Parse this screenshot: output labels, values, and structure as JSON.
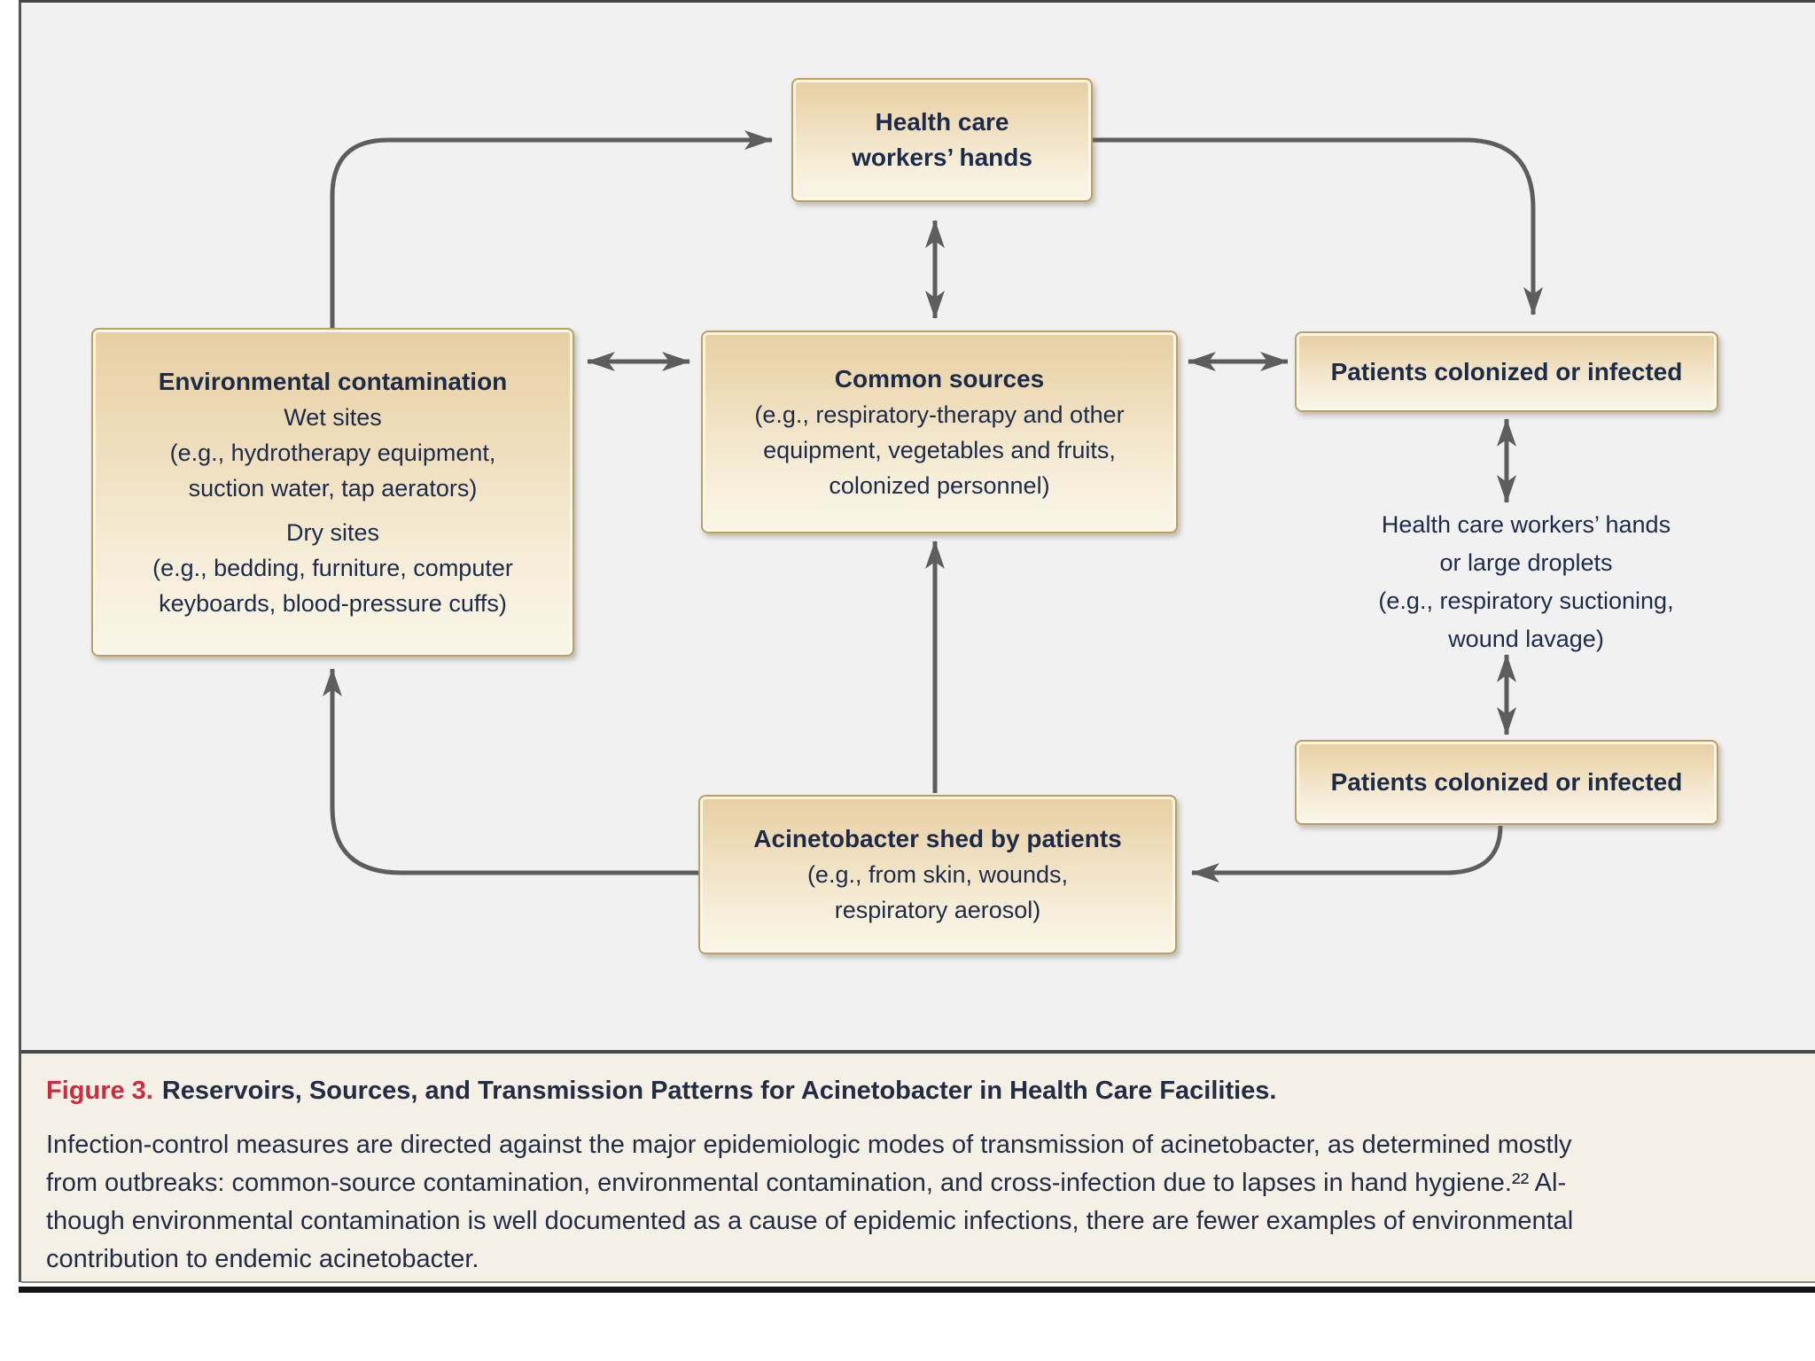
{
  "colors": {
    "diagram_bg": "#f1f1f2",
    "caption_bg": "#f5f0e6",
    "box_border": "#bf9e62",
    "box_fill_top": "#e6cfa2",
    "box_fill_bottom": "#faf5e8",
    "box_text": "#1c2b4a",
    "arrow": "#5d5d5d",
    "figure_label_red": "#cf2b3f",
    "caption_text": "#222c44"
  },
  "diagram": {
    "hcw_hands": {
      "line1": "Health care",
      "line2": "workers’ hands"
    },
    "environmental": {
      "title": "Environmental contamination",
      "wet_title": "Wet sites",
      "wet_line1": "(e.g., hydrotherapy equipment,",
      "wet_line2": "suction water, tap aerators)",
      "dry_title": "Dry sites",
      "dry_line1": "(e.g., bedding, furniture, computer",
      "dry_line2": "keyboards, blood-pressure cuffs)"
    },
    "common_sources": {
      "title": "Common sources",
      "line1": "(e.g., respiratory-therapy and other",
      "line2": "equipment, vegetables and fruits,",
      "line3": "colonized personnel)"
    },
    "patients_top": {
      "title": "Patients colonized or infected"
    },
    "transfer": {
      "line1": "Health care workers’ hands",
      "line2": "or large droplets",
      "line3": "(e.g., respiratory suctioning,",
      "line4": "wound lavage)"
    },
    "patients_bottom": {
      "title": "Patients colonized or infected"
    },
    "shed": {
      "title": "Acinetobacter shed by patients",
      "line1": "(e.g., from skin, wounds,",
      "line2": "respiratory aerosol)"
    }
  },
  "caption": {
    "label": "Figure 3.",
    "title": "Reservoirs, Sources, and Transmission Patterns for Acinetobacter in Health Care Facilities.",
    "body_line1": "Infection-control measures are directed against the major epidemiologic modes of transmission of acinetobacter, as determined mostly",
    "body_line2": "from outbreaks: common-source contamination, environmental contamination, and cross-infection due to lapses in hand hygiene.²² Al-",
    "body_line3": "though environmental contamination is well documented as a cause of epidemic infections, there are fewer examples of environmental",
    "body_line4": "contribution to endemic acinetobacter."
  }
}
